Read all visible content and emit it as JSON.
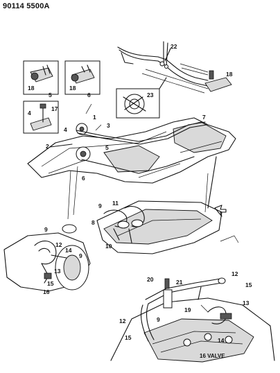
{
  "header": {
    "code": "90114 5500A"
  },
  "callouts": {
    "c1": "1",
    "c2": "2",
    "c3": "3",
    "c4": "4",
    "c5": "5",
    "c5b": "5",
    "c5c": "5",
    "c6": "6",
    "c6b": "6",
    "c7": "7",
    "c8": "8",
    "c9": "9",
    "c9b": "9",
    "c9c": "9",
    "c9d": "9",
    "c10": "10",
    "c11": "11",
    "c12": "12",
    "c12b": "12",
    "c12c": "12",
    "c13": "13",
    "c13b": "13",
    "c14": "14",
    "c14b": "14",
    "c15": "15",
    "c15b": "15",
    "c15c": "15",
    "c16": "16",
    "c17": "17",
    "c18": "18",
    "c18b": "18",
    "c18c": "18",
    "c19": "19",
    "c20": "20",
    "c21": "21",
    "c22": "22",
    "c23": "23"
  },
  "detail": {
    "valve_label": "16 VALVE"
  }
}
